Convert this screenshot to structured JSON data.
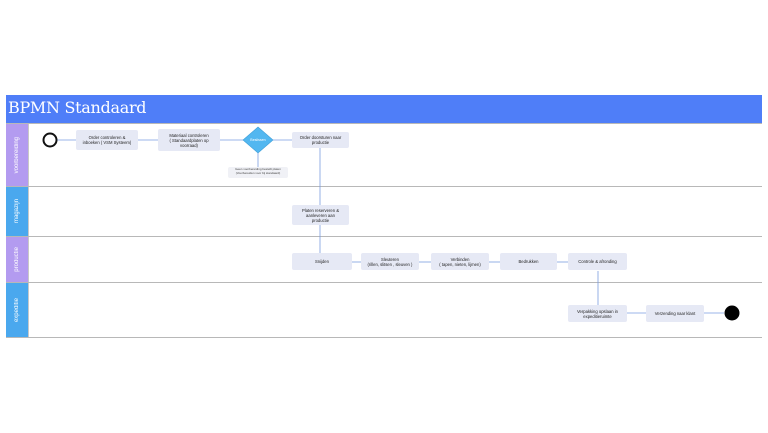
{
  "title": "BPMN Standaard",
  "colors": {
    "header": "#4f7ef8",
    "lane_voorbereiding": "#b39bf0",
    "lane_magazijn": "#4aa8ee",
    "lane_productie": "#b39bf0",
    "lane_expeditie": "#4aa8ee",
    "task_fill": "#e6e9f5",
    "gateway": "#52b7f0",
    "connector": "#7a9ce0"
  },
  "lanes": [
    {
      "label": "voorbereiding"
    },
    {
      "label": "magazijn"
    },
    {
      "label": "productie"
    },
    {
      "label": "expeditie"
    }
  ],
  "tasks": {
    "order_controleren": "Order controleren &\ninboeken ( VSM Systeem)",
    "materiaal_controleren": "Materiaal controleren\n( Standaardplaten op\nvoorraad)",
    "gateway": "Beslissen",
    "gateway_note": "Geen voorbereiding bestellt platen\n(Voorbereiden voor bij standaard)",
    "order_doorsturen": "Order doorsturen naar\nproductie",
    "platen_reserveren": "Platen reserveren &\naanleveren aan\nproductie",
    "snijden": "Snijden",
    "sleuteren": "Sleuteren\n(rillen, slitsen , sleuven )",
    "verbinden": "Verbinden\n( tapen, nieten, lijmen)",
    "bedrukken": "Bedrukken",
    "controle": "Controle & afronding",
    "verpakking": "Verpakking opslaan in\nexpeditieruimte",
    "verzending": "Verzending naar klant"
  }
}
